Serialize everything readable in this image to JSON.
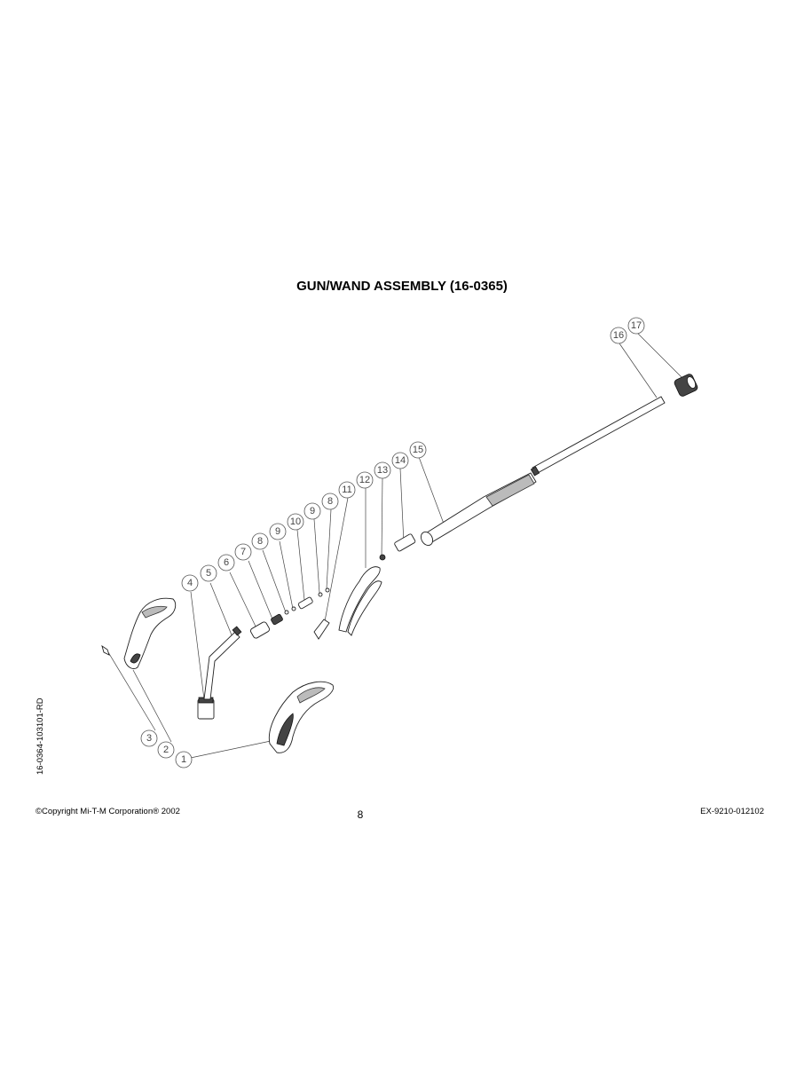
{
  "page": {
    "title": "GUN/WAND ASSEMBLY (16-0365)",
    "side_id": "16-0364-103101-RD",
    "copyright": "©Copyright Mi-T-M Corporation® 2002",
    "page_number": "8",
    "doc_code": "EX-9210-012102"
  },
  "callouts": [
    "1",
    "2",
    "3",
    "4",
    "5",
    "6",
    "7",
    "8",
    "9",
    "10",
    "9",
    "8",
    "11",
    "12",
    "13",
    "14",
    "15",
    "16",
    "17"
  ]
}
